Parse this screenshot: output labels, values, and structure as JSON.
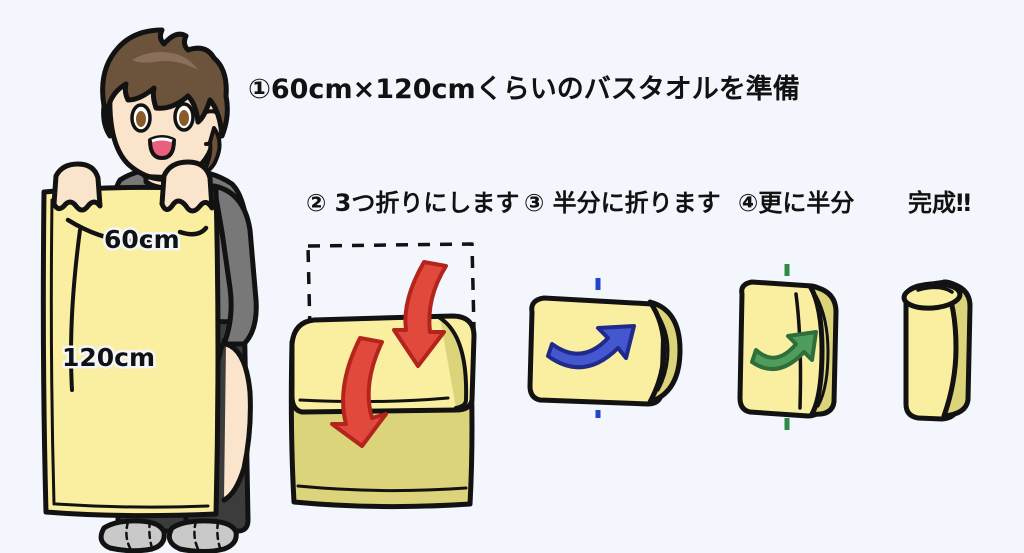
{
  "background_color": "#f3f6fc",
  "illustration": {
    "kind": "hand-drawn-instructional-diagram",
    "subject": "bath-towel-folding-steps",
    "language": "ja"
  },
  "palette": {
    "background": "#f3f6fc",
    "towel_light": "#faefa0",
    "towel_shadow": "#dcd47a",
    "outline": "#121212",
    "skin": "#fae4cb",
    "hair": "#6b533c",
    "hair_highlight": "#8a705a",
    "shirt": "#787878",
    "pants": "#3c3c3c",
    "shoes": "#c9c9c9",
    "mouth": "#e8607e",
    "eye": "#8a5a28",
    "arrow_red": "#e0493c",
    "arrow_red_outline": "#b3251c",
    "arrow_blue": "#4457cf",
    "arrow_blue_outline": "#1f2a8c",
    "arrow_green": "#4f9d5d",
    "arrow_green_outline": "#2f6e3a",
    "guide_blue": "#2244cc",
    "guide_green": "#2f8a45"
  },
  "title": {
    "text": "①60cm×120cmくらいのバスタオルを準備",
    "color": "#121212"
  },
  "towel_labels": {
    "width": "60cm",
    "height": "120cm"
  },
  "steps": [
    {
      "id": "step-1",
      "number": "①",
      "heading": "①60cm×120cmくらいのバスタオルを準備",
      "visual": "boy-holding-open-bath-towel",
      "annotations": [
        "60cm",
        "120cm"
      ]
    },
    {
      "id": "step-2",
      "number": "②",
      "heading": "② 3つ折りにします",
      "visual": "towel-folded-in-thirds",
      "arrow_color": "#e0493c",
      "arrow_count": 2,
      "guide": "dashed-black-outline"
    },
    {
      "id": "step-3",
      "number": "③",
      "heading": "③ 半分に折ります",
      "visual": "towel-horizontal-roll",
      "arrow_color": "#4457cf",
      "arrow_count": 1,
      "guide": "dashed-blue-vertical-line"
    },
    {
      "id": "step-4",
      "number": "④",
      "heading": "④更に半分",
      "visual": "towel-vertical-folded",
      "arrow_color": "#4f9d5d",
      "arrow_count": 1,
      "guide": "dashed-green-vertical-line"
    },
    {
      "id": "step-5",
      "number": "",
      "heading": "完成‼",
      "visual": "finished-rolled-towel",
      "arrow_color": null,
      "arrow_count": 0,
      "guide": "none"
    }
  ]
}
